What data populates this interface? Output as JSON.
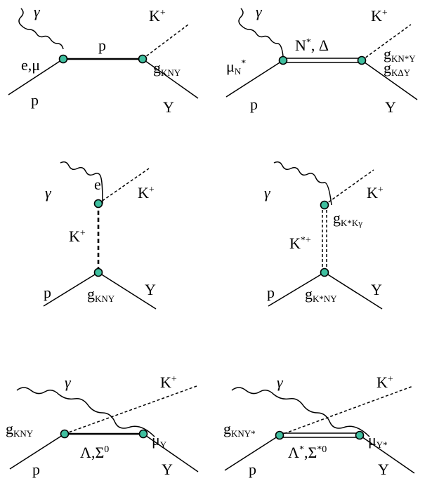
{
  "diagrams": {
    "d1": {
      "photon": "γ",
      "kaon": "K",
      "kaon_sup": "+",
      "coupling1": "e,μ",
      "propagator": "p",
      "coupling2": "g",
      "coupling2_sub": "KNY",
      "proton": "p",
      "hyperon": "Y"
    },
    "d2": {
      "photon": "γ",
      "kaon": "K",
      "kaon_sup": "+",
      "coupling1": "μ",
      "coupling1_sub": "N",
      "coupling1_sup": "*",
      "propagator": "N",
      "propagator_sup": "*",
      "propagator_rest": ", Δ",
      "coupling2a": "g",
      "coupling2a_sub": "KN*Y",
      "coupling2b": "g",
      "coupling2b_sub": "KΔY",
      "proton": "p",
      "hyperon": "Y"
    },
    "d3": {
      "photon": "γ",
      "coupling1": "e",
      "kaon": "K",
      "kaon_sup": "+",
      "propagator": "K",
      "propagator_sup": "+",
      "coupling2": "g",
      "coupling2_sub": "KNY",
      "proton": "p",
      "hyperon": "Y"
    },
    "d4": {
      "photon": "γ",
      "kaon": "K",
      "kaon_sup": "+",
      "coupling1": "g",
      "coupling1_sub": "K*Kγ",
      "propagator": "K",
      "propagator_sup": "*+",
      "coupling2": "g",
      "coupling2_sub": "K*NY",
      "proton": "p",
      "hyperon": "Y"
    },
    "d5": {
      "photon": "γ",
      "kaon": "K",
      "kaon_sup": "+",
      "coupling1": "g",
      "coupling1_sub": "KNY",
      "propagator": "Λ,Σ",
      "propagator_sup": "0",
      "coupling2": "μ",
      "coupling2_sub": "Y",
      "proton": "p",
      "hyperon": "Y"
    },
    "d6": {
      "photon": "γ",
      "kaon": "K",
      "kaon_sup": "+",
      "coupling1": "g",
      "coupling1_sub": "KNY*",
      "propagator": "Λ",
      "propagator_sup": "*",
      "propagator_mid": ",Σ",
      "propagator_sup2": "*0",
      "coupling2": "μ",
      "coupling2_sub": "Y*",
      "proton": "p",
      "hyperon": "Y"
    }
  },
  "colors": {
    "vertex": "#3fbf9f",
    "line": "#000000",
    "background": "#ffffff"
  }
}
